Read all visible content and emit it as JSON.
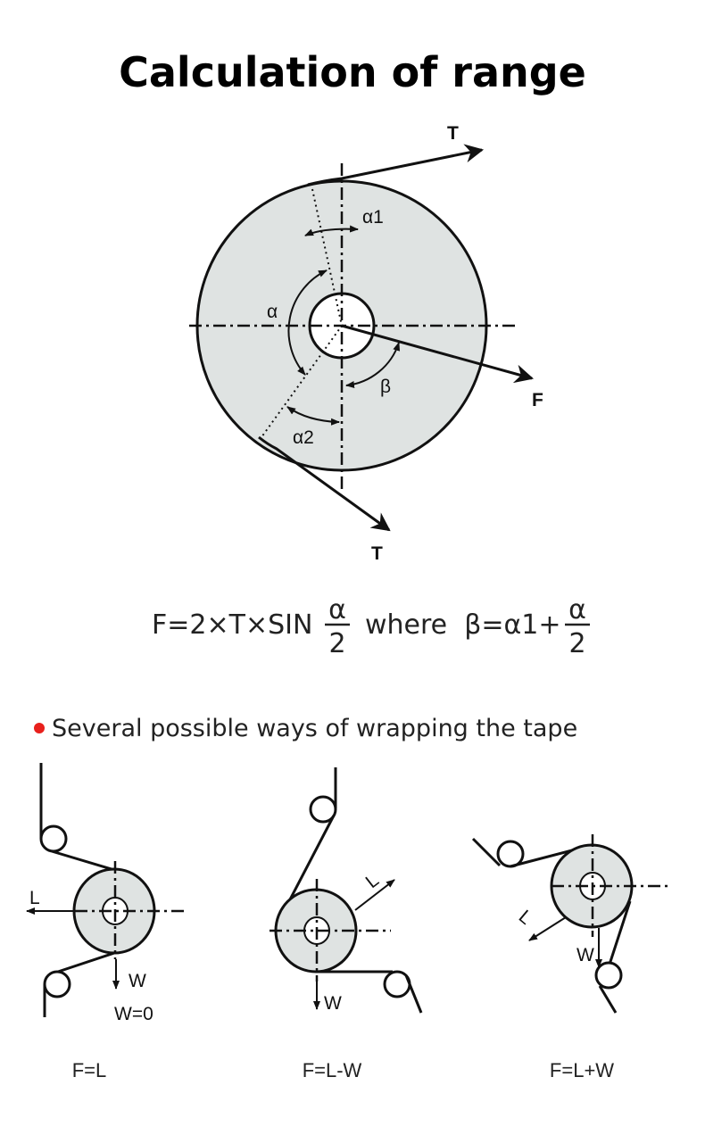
{
  "title": "Calculation of range",
  "main_diagram": {
    "labels": {
      "t_top": "T",
      "t_bottom": "T",
      "f": "F",
      "alpha": "α",
      "alpha1": "α1",
      "alpha2": "α2",
      "beta": "β"
    },
    "fill_color": "#dfe3e2"
  },
  "formula": {
    "left": "F=2×T×SIN",
    "frac1_num": "α",
    "frac1_den": "2",
    "middle": "where  β=α1+",
    "frac2_num": "α",
    "frac2_den": "2"
  },
  "bullet": {
    "text": "Several possible ways of wrapping the tape",
    "color": "#e8201c"
  },
  "cases": [
    {
      "l": "L",
      "w": "W",
      "note": "W=0",
      "caption": "F=L"
    },
    {
      "l": "L",
      "w": "W",
      "caption": "F=L-W"
    },
    {
      "l": "L",
      "w": "W",
      "caption": "F=L+W"
    }
  ]
}
